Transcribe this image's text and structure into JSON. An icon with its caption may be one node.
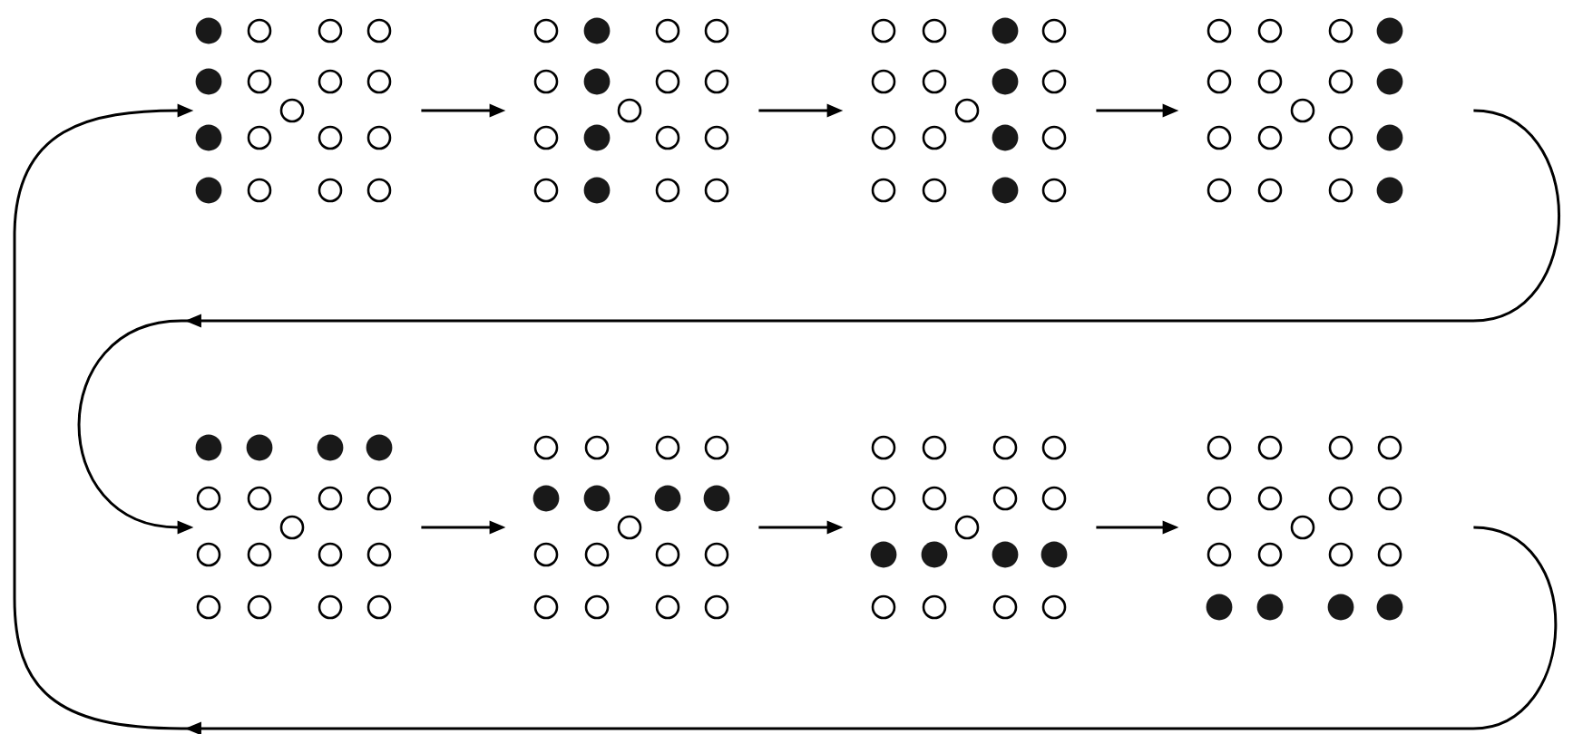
{
  "diagram": {
    "nodes": [
      {
        "text": [],
        "shape": "picture"
      },
      {
        "text": [],
        "shape": "picture"
      },
      {
        "text": [],
        "shape": "picture"
      },
      {
        "text": [],
        "shape": "picture"
      },
      {
        "text": [],
        "shape": "picture"
      },
      {
        "text": [],
        "shape": "picture"
      },
      {
        "text": [],
        "shape": "picture"
      },
      {
        "text": [],
        "shape": "picture"
      }
    ],
    "edges": [
      {
        "from": 0,
        "to": 1,
        "arrow": "to"
      },
      {
        "from": 1,
        "to": 2,
        "arrow": "to"
      },
      {
        "from": 2,
        "to": 3,
        "arrow": "to"
      },
      {
        "from": 3,
        "to": 4,
        "arrow": "to"
      },
      {
        "from": 4,
        "to": 5,
        "arrow": "to"
      },
      {
        "from": 5,
        "to": 6,
        "arrow": "to"
      },
      {
        "from": 6,
        "to": 7,
        "arrow": "to"
      },
      {
        "from": 7,
        "to": 0,
        "arrow": "to"
      }
    ]
  }
}
